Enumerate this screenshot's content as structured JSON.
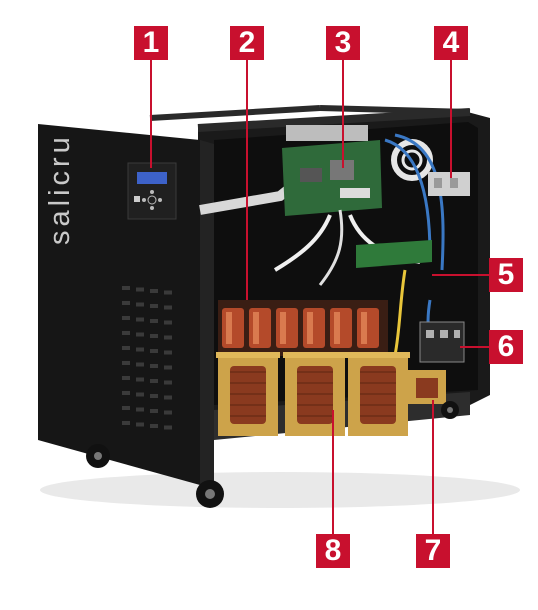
{
  "brand_text": "salicru",
  "callouts": [
    {
      "label": "1"
    },
    {
      "label": "2"
    },
    {
      "label": "3"
    },
    {
      "label": "4"
    },
    {
      "label": "5"
    },
    {
      "label": "6"
    },
    {
      "label": "7"
    },
    {
      "label": "8"
    }
  ],
  "colors": {
    "badge": "#c8102e",
    "cabinet": "#141414",
    "transformer_core": "#cda34a",
    "winding": "#8a3a1f",
    "pcb": "#2f6a3a",
    "wire_blue": "#3a78c4"
  }
}
